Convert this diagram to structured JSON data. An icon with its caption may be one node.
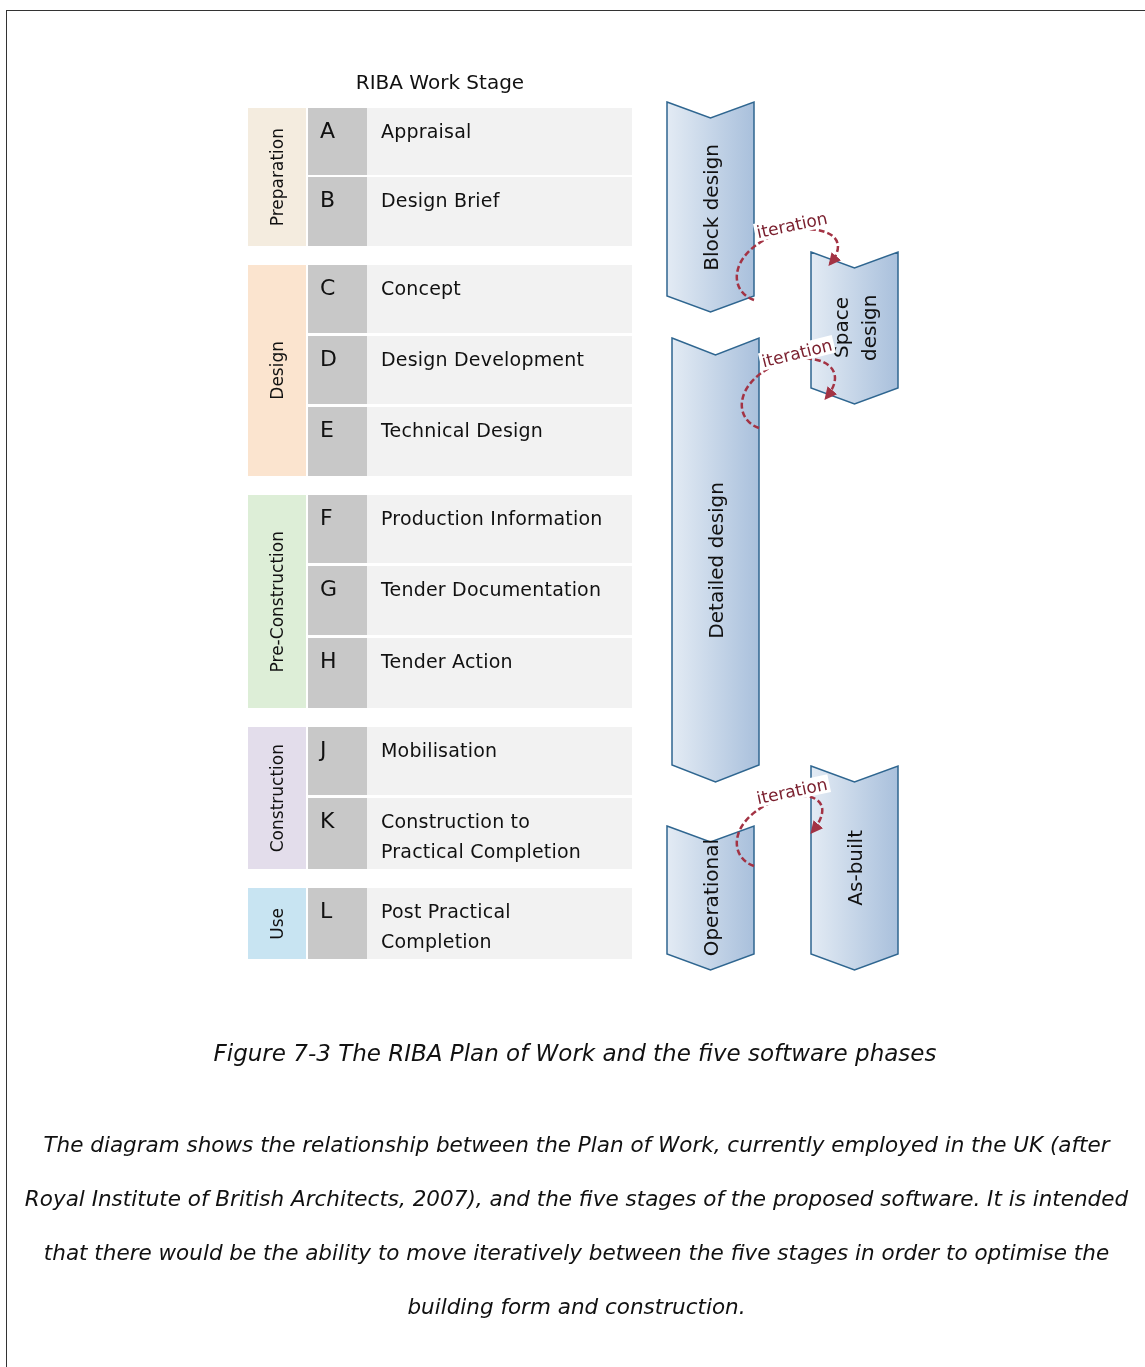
{
  "diagram": {
    "caption": "Figure 7-3 The RIBA Plan of Work and the five software phases",
    "nodes": [
      {
        "text": [
          "Preparation"
        ]
      },
      {
        "text": [
          "A",
          "Appraisal"
        ]
      },
      {
        "text": [
          "B",
          "Design Brief"
        ]
      },
      {
        "text": [
          "Design"
        ]
      },
      {
        "text": [
          "C",
          "Concept"
        ]
      },
      {
        "text": [
          "D",
          "Design Development"
        ]
      },
      {
        "text": [
          "E",
          "Technical Design"
        ]
      },
      {
        "text": [
          "Pre-Construction"
        ]
      },
      {
        "text": [
          "F",
          "Production Information"
        ]
      },
      {
        "text": [
          "G",
          "Tender Documentation"
        ]
      },
      {
        "text": [
          "H",
          "Tender Action"
        ]
      },
      {
        "text": [
          "Construction"
        ]
      },
      {
        "text": [
          "J",
          "Mobilisation"
        ]
      },
      {
        "text": [
          "K",
          "Construction to Practical Completion"
        ]
      },
      {
        "text": [
          "Use"
        ]
      },
      {
        "text": [
          "L",
          "Post Practical Completion"
        ]
      },
      {
        "text": [
          "Block design"
        ]
      },
      {
        "text": [
          "Space design"
        ]
      },
      {
        "text": [
          "Detailed design"
        ]
      },
      {
        "text": [
          "Operational"
        ]
      },
      {
        "text": [
          "As-built"
        ]
      }
    ],
    "edges": [
      {
        "from": 16,
        "to": 17,
        "arrow": "to",
        "label": "iteration",
        "style": "dashed"
      },
      {
        "from": 18,
        "to": 17,
        "arrow": "to",
        "label": "iteration",
        "style": "dashed"
      },
      {
        "from": 19,
        "to": 20,
        "arrow": "to",
        "label": "iteration",
        "style": "dashed"
      }
    ],
    "labels": [
      "RIBA Work Stage",
      "The diagram shows the relationship between the Plan of Work, currently employed in the UK (after Royal Institute of British Architects, 2007), and the five stages of the proposed software.  It is intended that there would be the ability to move iteratively between the five stages in order to optimise the building form and construction."
    ]
  }
}
